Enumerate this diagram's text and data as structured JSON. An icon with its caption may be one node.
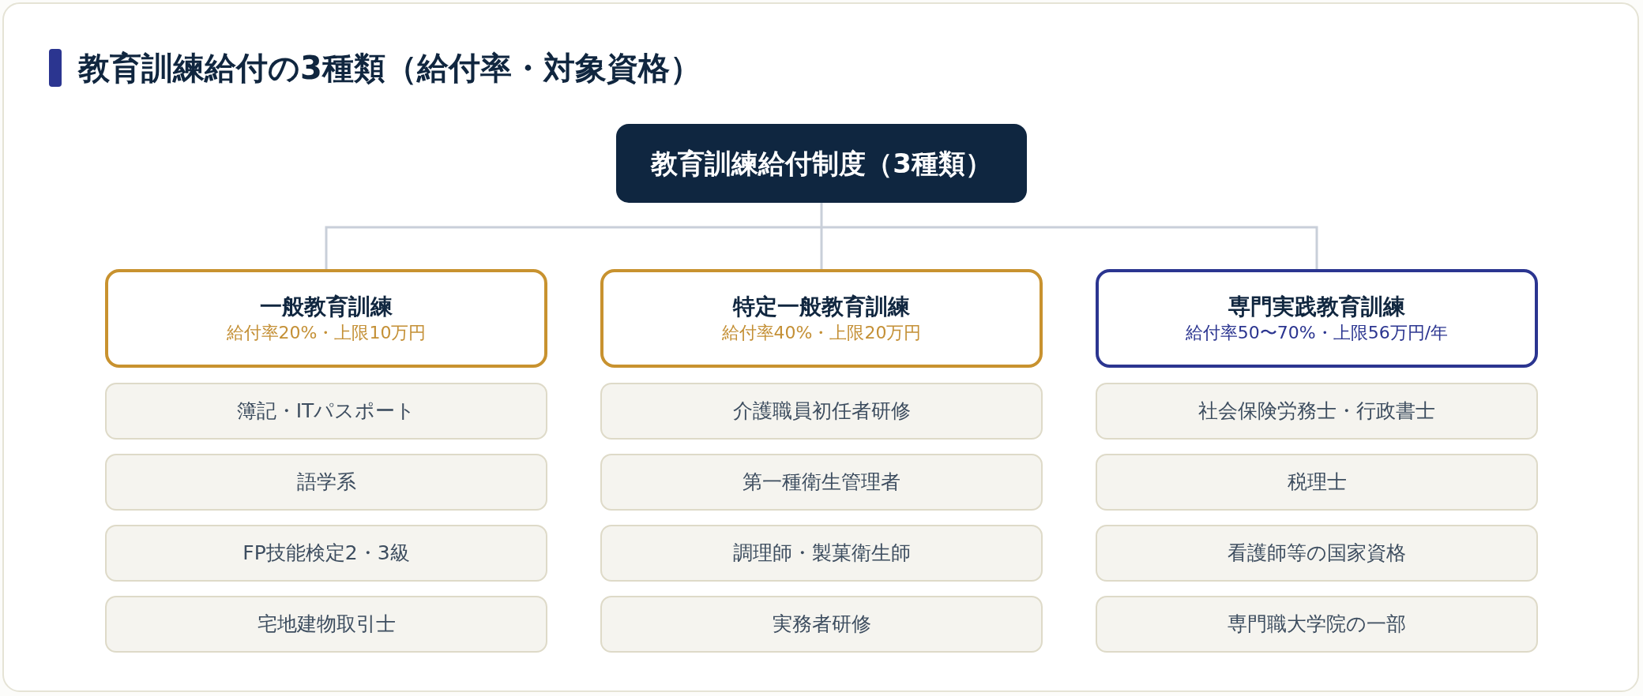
{
  "diagram": {
    "title": "教育訓練給付の3種類（給付率・対象資格）",
    "nodes": [
      {
        "text": [
          "教育訓練給付制度（3種類）"
        ]
      },
      {
        "text": [
          "一般教育訓練",
          "給付率20%・上限10万円"
        ]
      },
      {
        "text": [
          "簿記・ITパスポート"
        ]
      },
      {
        "text": [
          "語学系"
        ]
      },
      {
        "text": [
          "FP技能検定2・3級"
        ]
      },
      {
        "text": [
          "宅地建物取引士"
        ]
      },
      {
        "text": [
          "特定一般教育訓練",
          "給付率40%・上限20万円"
        ]
      },
      {
        "text": [
          "介護職員初任者研修"
        ]
      },
      {
        "text": [
          "第一種衛生管理者"
        ]
      },
      {
        "text": [
          "調理師・製菓衛生師"
        ]
      },
      {
        "text": [
          "実務者研修"
        ]
      },
      {
        "text": [
          "専門実践教育訓練",
          "給付率50〜70%・上限56万円/年"
        ]
      },
      {
        "text": [
          "社会保険労務士・行政書士"
        ]
      },
      {
        "text": [
          "税理士"
        ]
      },
      {
        "text": [
          "看護師等の国家資格"
        ]
      },
      {
        "text": [
          "専門職大学院の一部"
        ]
      }
    ],
    "edges": [
      {
        "from": 0,
        "to": 1,
        "arrow": "none"
      },
      {
        "from": 0,
        "to": 6,
        "arrow": "none"
      },
      {
        "from": 0,
        "to": 11,
        "arrow": "none"
      }
    ]
  }
}
